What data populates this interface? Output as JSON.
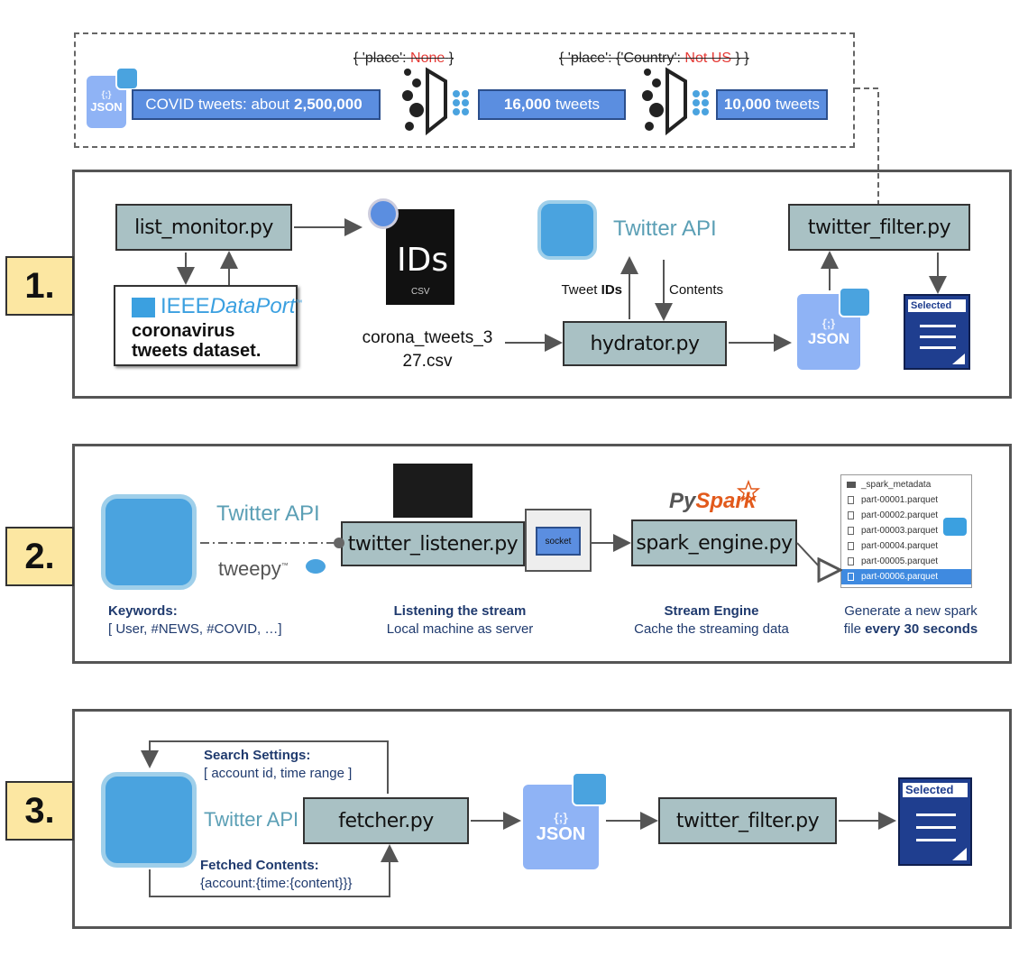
{
  "top_filter": {
    "json_label": "JSON",
    "json_small": "{;}",
    "covid_prefix": "COVID tweets: about",
    "covid_count": "2,500,000",
    "filter1_prefix": "{ 'place':",
    "filter1_value": "None",
    "filter1_suffix": "}",
    "count1": "16,000",
    "count1_suffix": "tweets",
    "filter2_prefix": "{ 'place': {'Country':",
    "filter2_value": "Not US",
    "filter2_suffix": "} }",
    "count2": "10,000",
    "count2_suffix": "tweets"
  },
  "panel1": {
    "number": "1.",
    "list_monitor": "list_monitor.py",
    "ieee_brand_a": "IEEE",
    "ieee_brand_b": "DataPort",
    "ieee_tm": "™",
    "ieee_line1": "coronavirus",
    "ieee_line2": "tweets dataset.",
    "csv_ids": "IDs",
    "csv_ext": "CSV",
    "csv_name_line1": "corona_tweets_3",
    "csv_name_line2": "27.csv",
    "twitter_api": "Twitter API",
    "tweet_ids_prefix": "Tweet",
    "tweet_ids_bold": "IDs",
    "contents": "Contents",
    "hydrator": "hydrator.py",
    "twitter_filter": "twitter_filter.py",
    "json_label": "JSON",
    "json_small": "{;}",
    "selected": "Selected"
  },
  "panel2": {
    "number": "2.",
    "twitter_api": "Twitter API",
    "tweepy": "tweepy",
    "tweepy_tm": "™",
    "listener": "twitter_listener.py",
    "socket": "socket",
    "pyspark_a": "Py",
    "pyspark_b": "Spark",
    "spark_engine": "spark_engine.py",
    "files": [
      {
        "name": "_spark_metadata",
        "folder": true,
        "selected": false
      },
      {
        "name": "part-00001.parquet",
        "folder": false,
        "selected": false
      },
      {
        "name": "part-00002.parquet",
        "folder": false,
        "selected": false
      },
      {
        "name": "part-00003.parquet",
        "folder": false,
        "selected": false
      },
      {
        "name": "part-00004.parquet",
        "folder": false,
        "selected": false
      },
      {
        "name": "part-00005.parquet",
        "folder": false,
        "selected": false
      },
      {
        "name": "part-00006.parquet",
        "folder": false,
        "selected": true
      }
    ],
    "keywords_title": "Keywords:",
    "keywords_list": "[ User, #NEWS, #COVID, …]",
    "listen_title": "Listening the stream",
    "listen_sub": "Local machine as server",
    "engine_title": "Stream Engine",
    "engine_sub": "Cache the streaming data",
    "generate_line1": "Generate a new spark",
    "generate_line2_prefix": "file",
    "generate_line2_bold": "every 30 seconds"
  },
  "panel3": {
    "number": "3.",
    "twitter_api": "Twitter API",
    "search_title": "Search Settings:",
    "search_value": "[ account id, time range ]",
    "fetched_title": "Fetched Contents:",
    "fetched_value": "{account:{time:{content}}}",
    "fetcher": "fetcher.py",
    "json_label": "JSON",
    "json_small": "{;}",
    "twitter_filter": "twitter_filter.py",
    "selected": "Selected"
  },
  "colors": {
    "py_box": "#a9c1c4",
    "bar_blue": "#5b8ee0",
    "twitter_blue": "#4aa3df",
    "json_blue": "#8fb3f5",
    "selected_navy": "#1f3e8f",
    "number_bg": "#fce7a2",
    "strike_red": "#e53935",
    "label_navy": "#1f3a6e"
  }
}
